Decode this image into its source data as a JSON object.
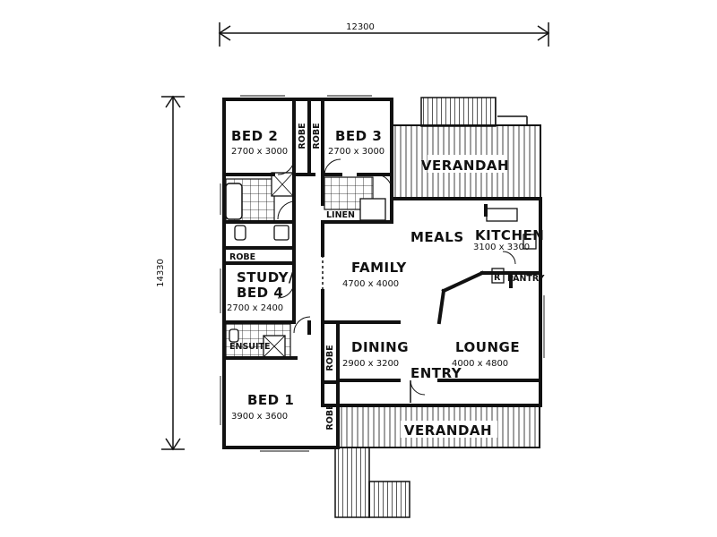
{
  "dimensions": {
    "width": "12300",
    "depth": "14330"
  },
  "rooms": {
    "bed2": {
      "name": "BED 2",
      "size": "2700 x 3000"
    },
    "bed3": {
      "name": "BED 3",
      "size": "2700 x 3000"
    },
    "study": {
      "name_line1": "STUDY/",
      "name_line2": "BED 4",
      "size": "2700 x 2400"
    },
    "bed1": {
      "name": "BED 1",
      "size": "3900 x 3600"
    },
    "family": {
      "name": "FAMILY",
      "size": "4700 x 4000"
    },
    "dining": {
      "name": "DINING",
      "size": "2900 x 3200"
    },
    "lounge": {
      "name": "LOUNGE",
      "size": "4000 x 4800"
    },
    "kitchen": {
      "name": "KITCHEN",
      "size": "3100 x 3300"
    },
    "meals": {
      "name": "MEALS"
    },
    "entry": {
      "name": "ENTRY"
    },
    "ensuite": {
      "name": "ENSUITE"
    },
    "verandah_rear": {
      "name": "VERANDAH"
    },
    "verandah_front": {
      "name": "VERANDAH"
    },
    "robes": [
      "ROBE",
      "ROBE",
      "ROBE",
      "ROBE",
      "ROBE"
    ],
    "linen": "LINEN",
    "pantry": "PANTRY",
    "fridge": "R"
  }
}
